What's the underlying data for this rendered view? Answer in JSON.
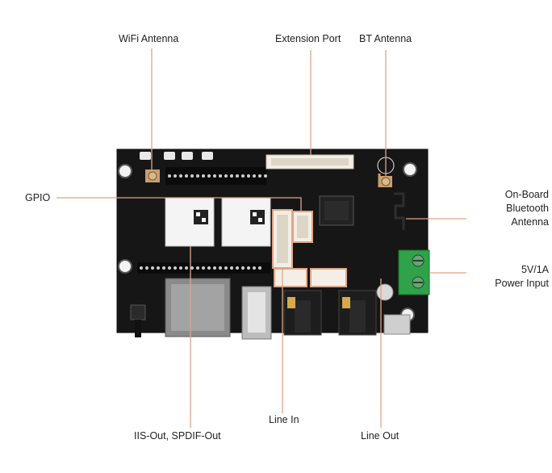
{
  "colors": {
    "callout_line": "#e0a488",
    "board": "#151515",
    "terminal": "#2fa24a",
    "connector": "#f3efe6"
  },
  "labels": {
    "wifi_antenna": "WiFi Antenna",
    "extension_port": "Extension Port",
    "bt_antenna": "BT Antenna",
    "gpio": "GPIO",
    "onboard_bt_line1": "On-Board",
    "onboard_bt_line2": "Bluetooth",
    "onboard_bt_line3": "Antenna",
    "power_line1": "5V/1A",
    "power_line2": "Power Input",
    "line_in": "Line In",
    "iis_spdif": "IIS-Out, SPDIF-Out",
    "line_out": "Line Out"
  }
}
